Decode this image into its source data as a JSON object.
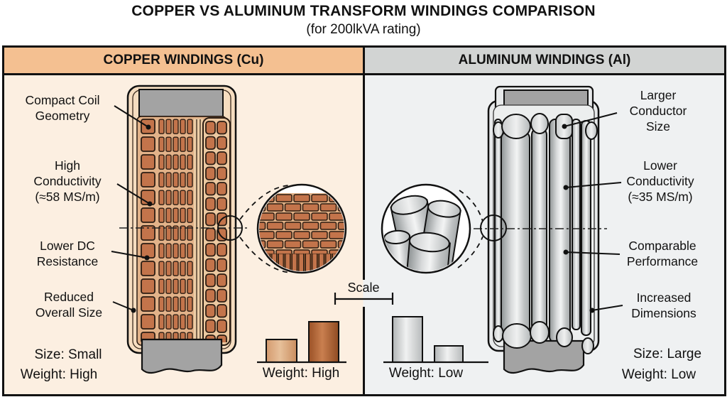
{
  "title": "COPPER VS ALUMINUM TRANSFORM WINDINGS COMPARISON",
  "subtitle": "(for 200lkVA rating)",
  "scale": {
    "label": "Scale"
  },
  "copper": {
    "header": "COPPER WINDINGS (Cu)",
    "annotations": {
      "compact_coil": "Compact Coil\nGeometry",
      "high_conductivity": "High\nConductivity\n(≈58 MS/m)",
      "lower_dc": "Lower DC\nResistance",
      "reduced_size": "Reduced\nOverall Size"
    },
    "size": "Size: Small",
    "weight": "Weight: High",
    "chart_caption": "Weight: High"
  },
  "aluminum": {
    "header": "ALUMINUM WINDINGS (Al)",
    "annotations": {
      "larger_conductor": "Larger\nConductor\nSize",
      "lower_conductivity": "Lower\nConductivity\n(≈35 MS/m)",
      "comparable": "Comparable\nPerformance",
      "increased_dimensions": "Increased\nDimensions"
    },
    "size": "Size: Large",
    "weight": "Weight: Low",
    "chart_caption": "Weight: Low"
  },
  "colors": {
    "copper_header_bg": "#f4c091",
    "copper_panel_bg": "#fcefe1",
    "copper_conductor": "#c3744b",
    "aluminum_header_bg": "#d2d4d3",
    "aluminum_panel_bg": "#eff1f2",
    "aluminum_conductor": "#c6c9ca",
    "core_gray": "#a3a3a3",
    "outline": "#111111"
  }
}
